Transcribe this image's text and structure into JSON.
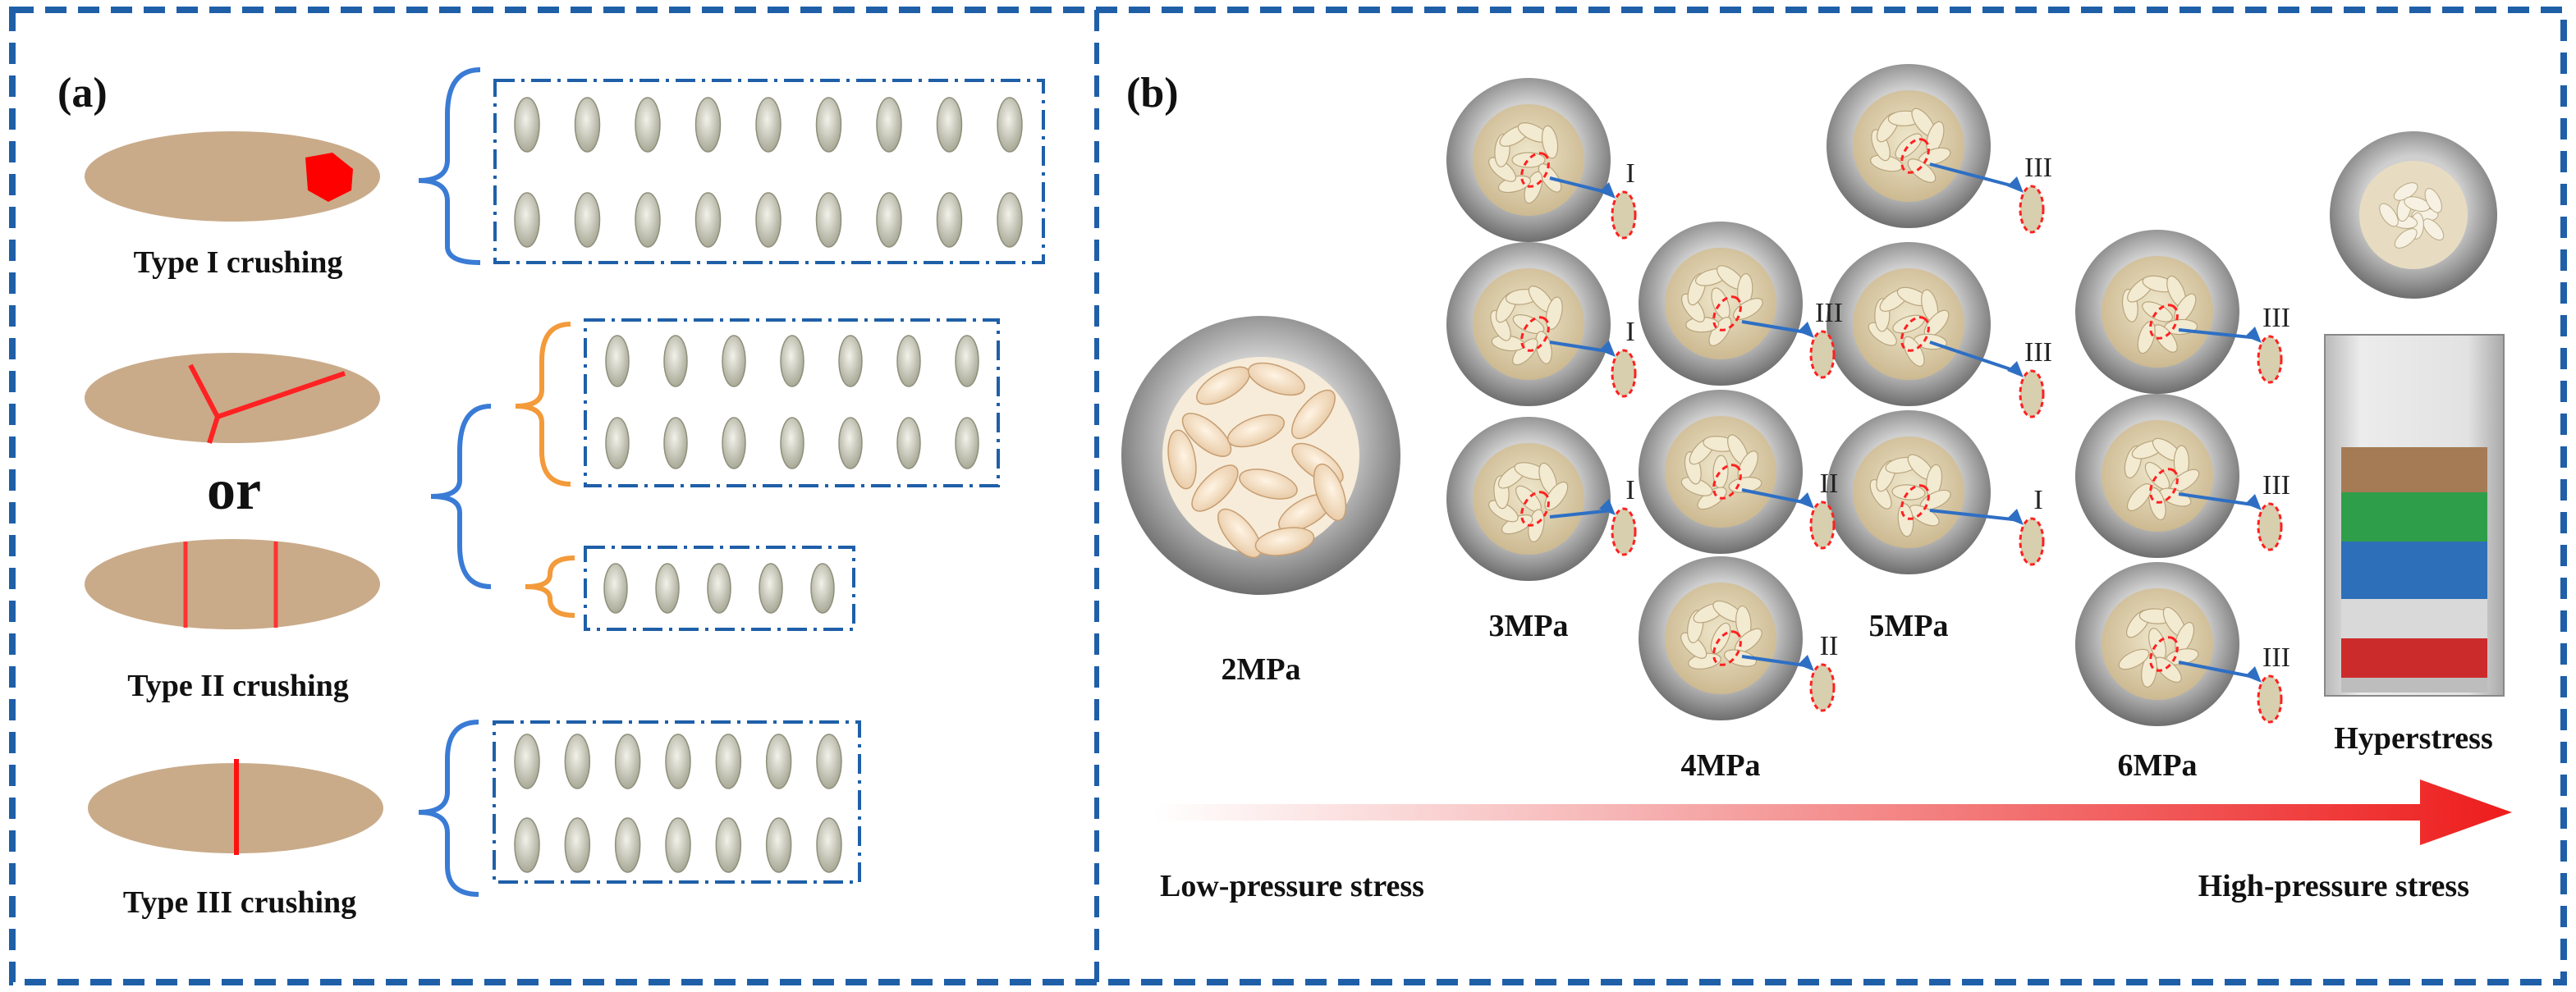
{
  "panel_a": {
    "label": "(a)",
    "type1_caption": "Type I crushing",
    "or_text": "or",
    "type2_caption": "Type II crushing",
    "type3_caption": "Type III crushing"
  },
  "panel_b": {
    "label": "(b)",
    "pressures": {
      "p2": "2MPa",
      "p3": "3MPa",
      "p4": "4MPa",
      "p5": "5MPa",
      "p6": "6MPa",
      "hyper": "Hyperstress"
    },
    "stress_low": "Low-pressure stress",
    "stress_high": "High-pressure stress",
    "roman": {
      "c3a": "I",
      "c3b": "I",
      "c3c": "I",
      "c4a": "III",
      "c4b": "II",
      "c4c": "II",
      "c5a": "III",
      "c5b": "III",
      "c5c": "I",
      "c6a": "III",
      "c6b": "III",
      "c6c": "III"
    }
  },
  "colors": {
    "frame": "#1f5fa8",
    "grain_body": "#c9ab8a",
    "crack_red": "#ff0000",
    "brace_blue": "#3a7bd5",
    "brace_orange": "#f39a3a",
    "arrow_red": "#ee2222"
  }
}
